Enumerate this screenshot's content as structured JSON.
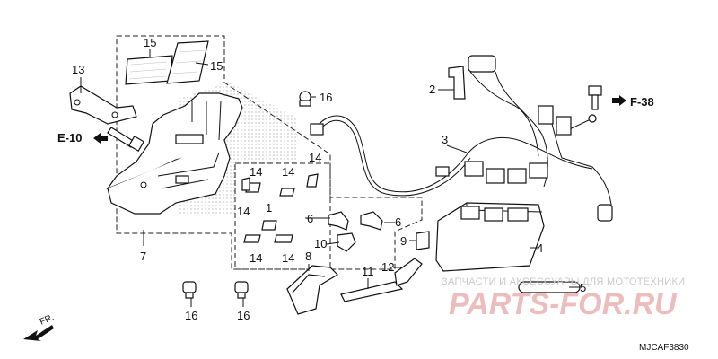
{
  "diagram": {
    "callouts": [
      {
        "id": "c1",
        "text": "1"
      },
      {
        "id": "c2",
        "text": "2"
      },
      {
        "id": "c3",
        "text": "3"
      },
      {
        "id": "c4",
        "text": "4"
      },
      {
        "id": "c5",
        "text": "5"
      },
      {
        "id": "c6a",
        "text": "6"
      },
      {
        "id": "c6b",
        "text": "6"
      },
      {
        "id": "c7",
        "text": "7"
      },
      {
        "id": "c8",
        "text": "8"
      },
      {
        "id": "c9",
        "text": "9"
      },
      {
        "id": "c10",
        "text": "10"
      },
      {
        "id": "c11",
        "text": "11"
      },
      {
        "id": "c12",
        "text": "12"
      },
      {
        "id": "c13",
        "text": "13"
      },
      {
        "id": "c14a",
        "text": "14"
      },
      {
        "id": "c14b",
        "text": "14"
      },
      {
        "id": "c14c",
        "text": "14"
      },
      {
        "id": "c14d",
        "text": "14"
      },
      {
        "id": "c14e",
        "text": "14"
      },
      {
        "id": "c14f",
        "text": "14"
      },
      {
        "id": "c15a",
        "text": "15"
      },
      {
        "id": "c15b",
        "text": "15"
      },
      {
        "id": "c16a",
        "text": "16"
      },
      {
        "id": "c16b",
        "text": "16"
      },
      {
        "id": "c16c",
        "text": "16"
      }
    ],
    "refs": {
      "e10": "E-10",
      "f38": "F-38",
      "fr": "FR."
    },
    "diagram_code": "MJCAF3830"
  },
  "watermark": {
    "line1": "ЗАПЧАСТИ И АКСЕССУАРЫ ДЛЯ МОТОТЕХНИКИ",
    "logo": "PARTS-FOR.RU"
  }
}
